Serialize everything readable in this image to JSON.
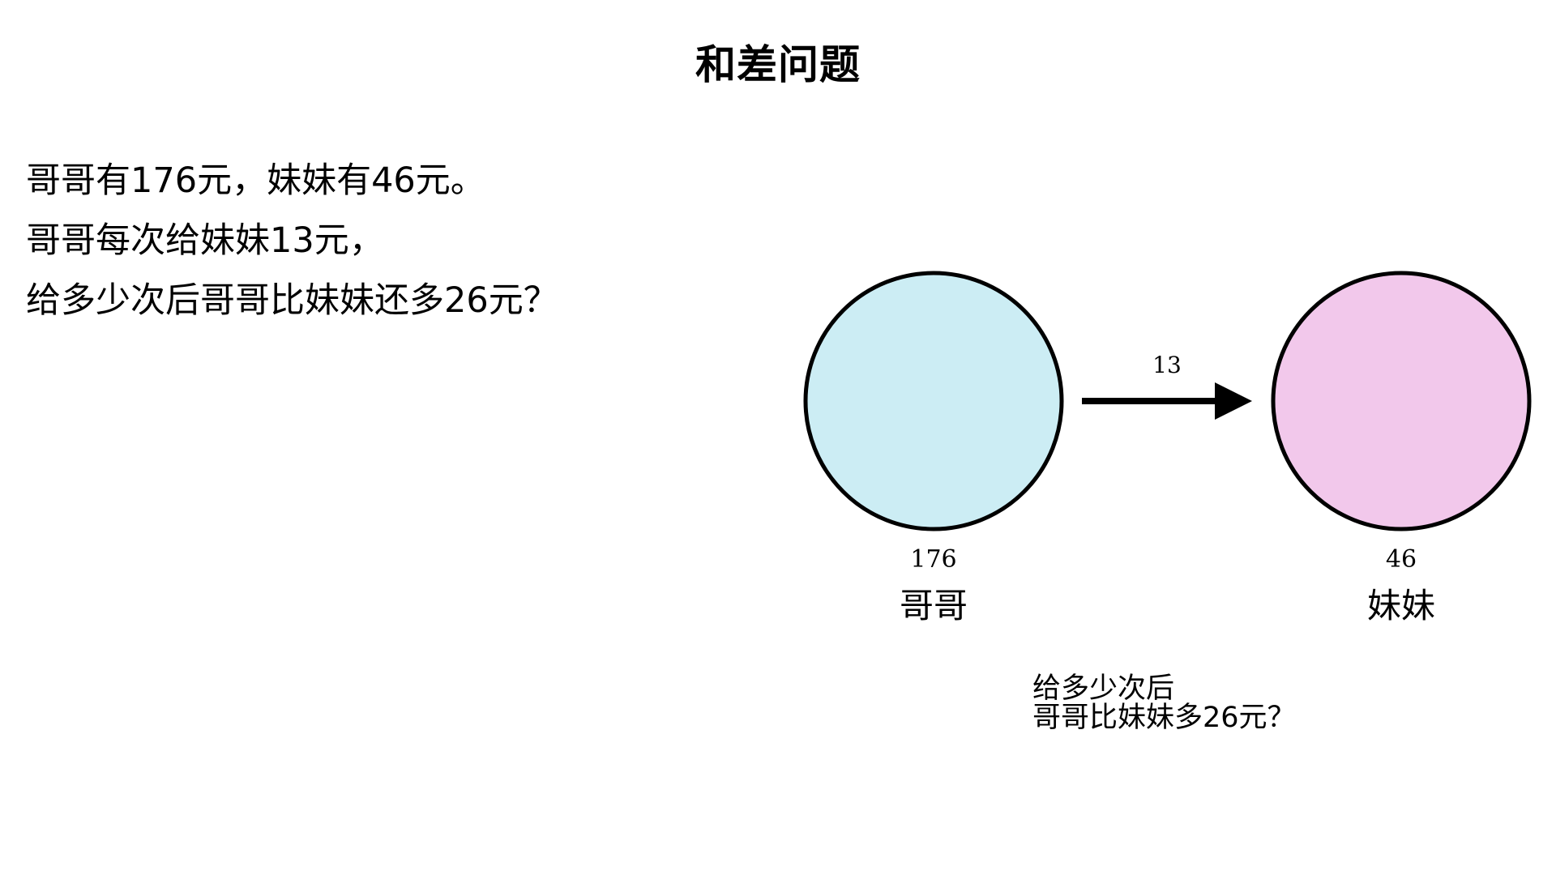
{
  "title": "和差问题",
  "problem": {
    "lines": [
      "哥哥有176元，妹妹有46元。",
      "哥哥每次给妹妹13元，",
      "给多少次后哥哥比妹妹还多26元？"
    ]
  },
  "diagram": {
    "left_node": {
      "amount": "176",
      "name": "哥哥",
      "fill": "#CCEDF4"
    },
    "right_node": {
      "amount": "46",
      "name": "妹妹",
      "fill": "#F2C8EB"
    },
    "transfer": {
      "amount": "13",
      "direction": "哥哥 → 妹妹"
    },
    "question": {
      "line1": "给多少次后",
      "line2": "哥哥比妹妹多26元？"
    }
  }
}
